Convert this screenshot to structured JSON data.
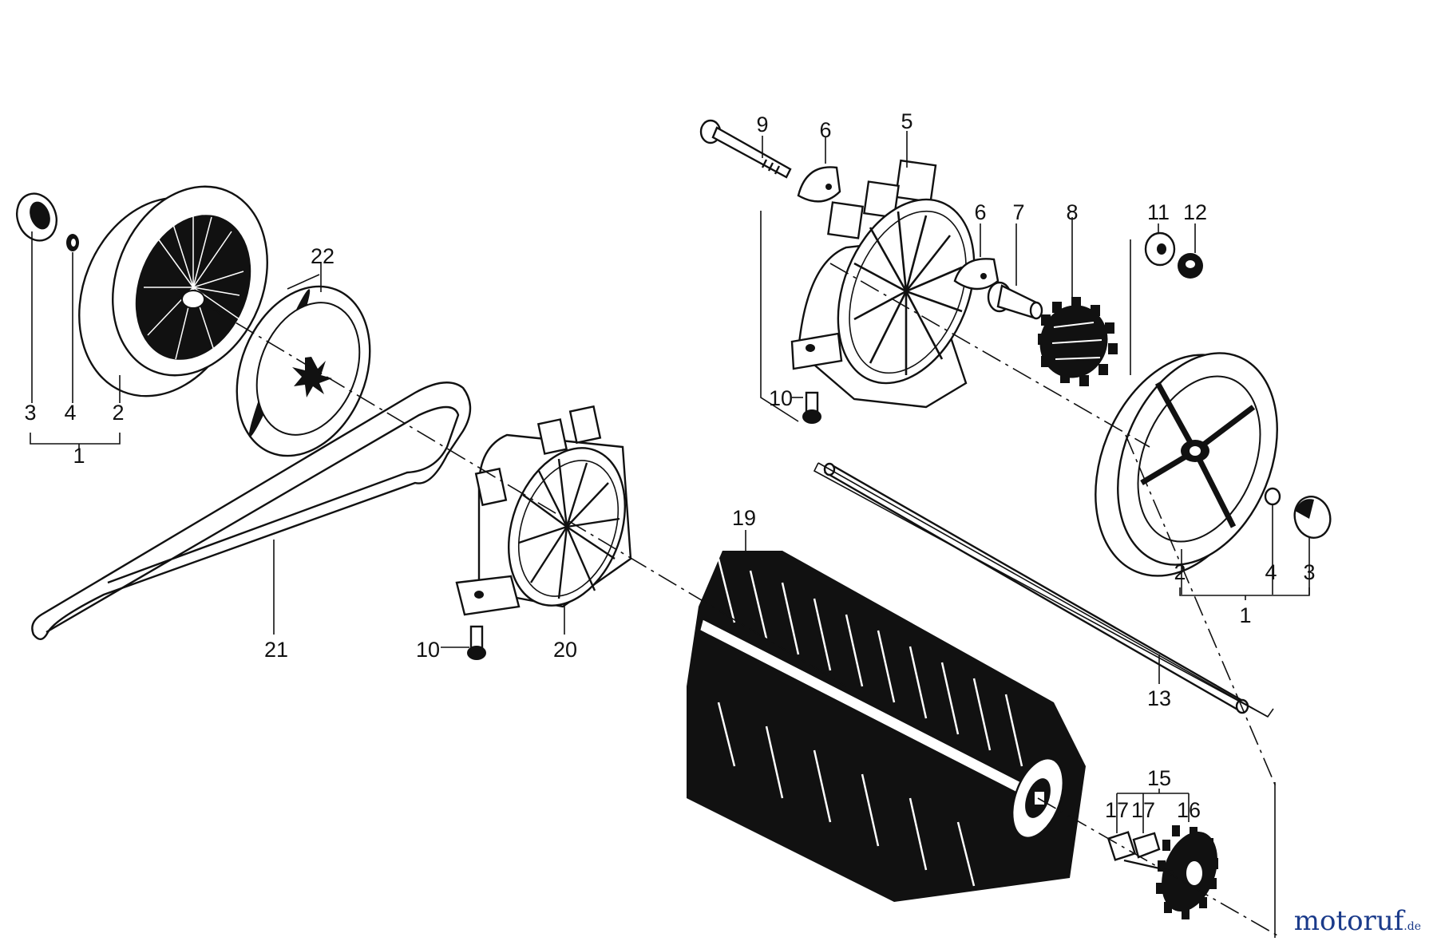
{
  "diagram": {
    "callouts": {
      "c1a": "1",
      "c2a": "2",
      "c3a": "3",
      "c4a": "4",
      "c22": "22",
      "c21": "21",
      "c20": "20",
      "c10a": "10",
      "c9": "9",
      "c6a": "6",
      "c5": "5",
      "c6b": "6",
      "c7": "7",
      "c8": "8",
      "c11": "11",
      "c12": "12",
      "c10b": "10",
      "c2b": "2",
      "c4b": "4",
      "c3b": "3",
      "c1b": "1",
      "c19": "19",
      "c13": "13",
      "c15": "15",
      "c17a": "17",
      "c17b": "17",
      "c16": "16"
    }
  },
  "watermark": {
    "text": "motoruf",
    "suffix": ".de"
  }
}
